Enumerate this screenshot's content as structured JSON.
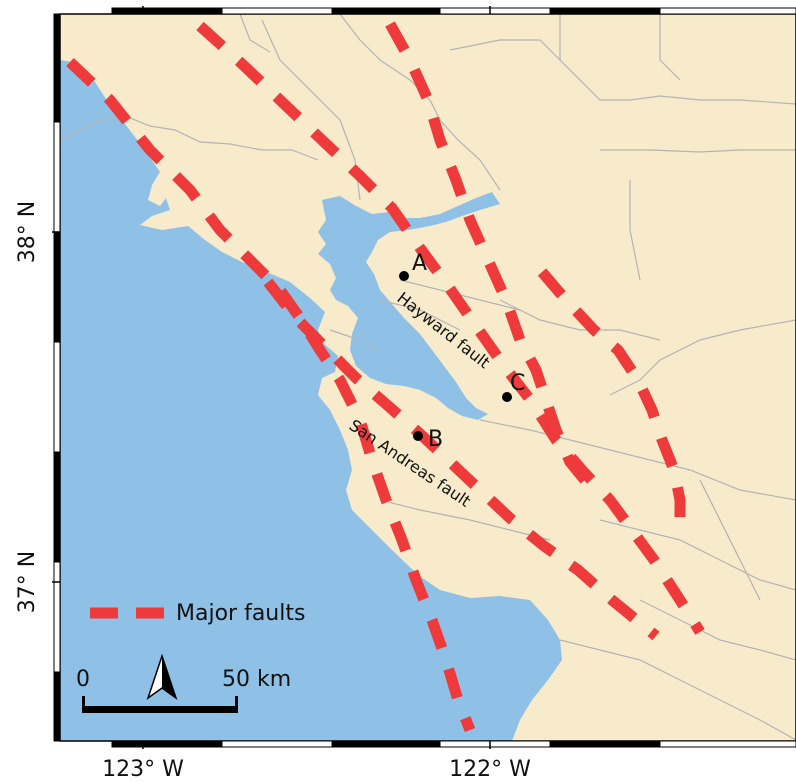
{
  "colors": {
    "land": "#f8ebcb",
    "water": "#8fc0e6",
    "fault": "#ee3a3a",
    "county_line": "#b4b4b4",
    "frame": "#000000"
  },
  "axes": {
    "left_ticks": [
      "38° N",
      "37° N"
    ],
    "bottom_ticks": [
      "123° W",
      "122° W"
    ]
  },
  "points": [
    {
      "id": "A",
      "label": "A"
    },
    {
      "id": "B",
      "label": "B"
    },
    {
      "id": "C",
      "label": "C"
    }
  ],
  "fault_labels": {
    "hayward": "Hayward fault",
    "san_andreas": "San Andreas fault"
  },
  "legend": {
    "label": "Major faults"
  },
  "scale_bar": {
    "start_label": "0",
    "end_label": "50 km",
    "north_arrow_icon": "north-arrow-icon"
  }
}
